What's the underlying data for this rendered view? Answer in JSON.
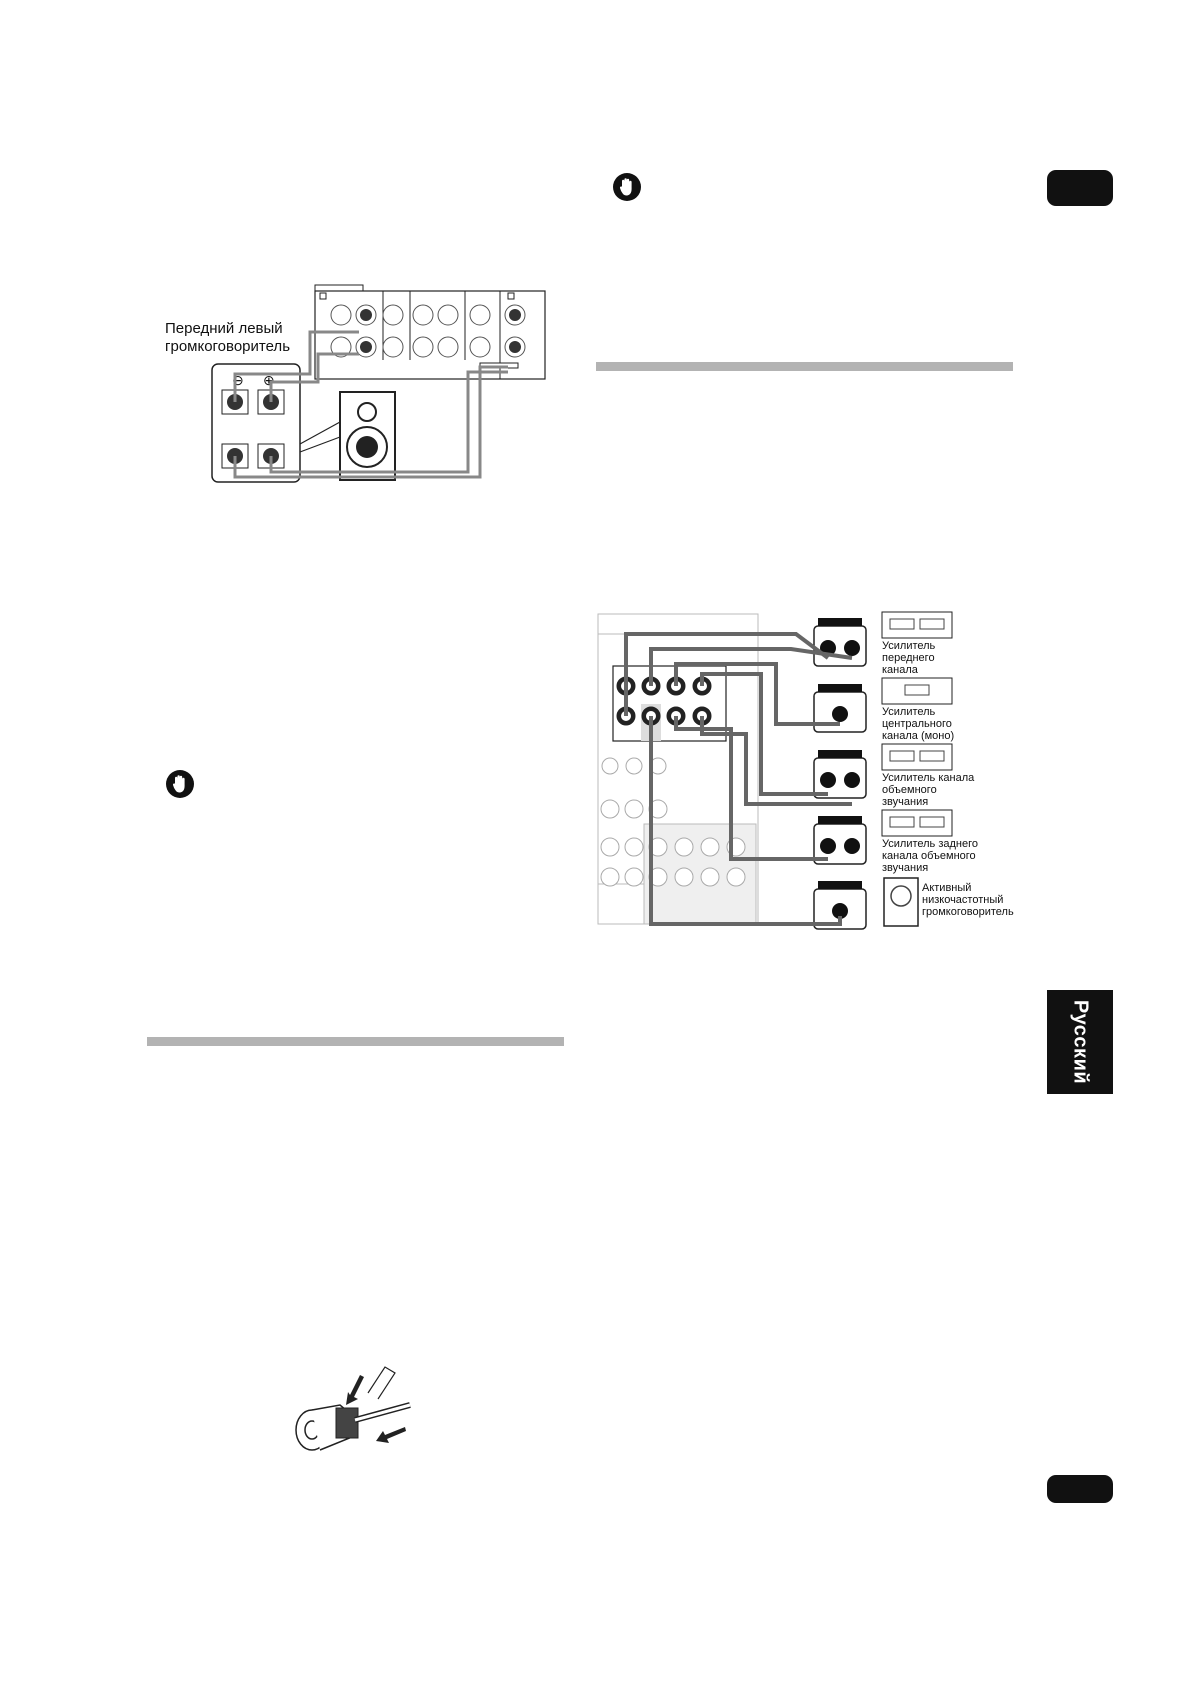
{
  "speaker_diagram": {
    "label_line1": "Передний левый",
    "label_line2": "громкоговоритель"
  },
  "amp_diagram": {
    "front": [
      "Усилитель",
      "переднего",
      "канала"
    ],
    "center": [
      "Усилитель",
      "центрального",
      "канала (моно)"
    ],
    "surround": [
      "Усилитель канала",
      "объемного",
      "звучания"
    ],
    "surround_back": [
      "Усилитель заднего",
      "канала объемного",
      "звучания"
    ],
    "subwoofer": [
      "Активный",
      "низкочастотный",
      "громкоговоритель"
    ]
  },
  "language_tab": "Русский",
  "icons": [
    "caution-hand-icon",
    "speaker-icon",
    "screwdriver-arrow-icon"
  ],
  "colors": {
    "tab": "#111111",
    "rule": "#b3b3b3",
    "cable": "#777777"
  }
}
